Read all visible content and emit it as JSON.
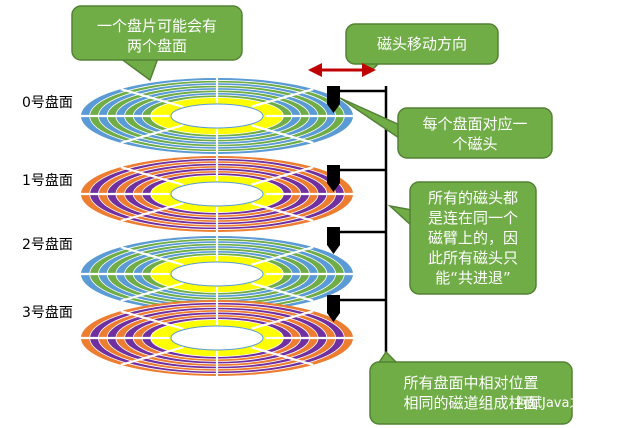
{
  "colors": {
    "blue": "#5b9bd5",
    "orange": "#ed7d31",
    "yellow": "#ffff00",
    "green": "#70ad47",
    "purple": "#7030a0",
    "callout_fill": "#70ad47",
    "callout_stroke": "#548235",
    "arrow": "#c00000",
    "head": "#000000"
  },
  "surface_labels": [
    "0号盘面",
    "1号盘面",
    "2号盘面",
    "3号盘面"
  ],
  "callouts": {
    "two_surfaces": "一个盘片可能会有\n两个盘面",
    "head_direction": "磁头移动方向",
    "one_head_each": "每个盘面对应一\n个磁头",
    "shared_arm": "所有的磁头都\n是连在同一个\n磁臂上的，因\n此所有磁头只\n能“共进退”",
    "cylinder": "所有盘面中相对位置\n相同的磁道组成柱面"
  },
  "watermark": "阿斌Java之路"
}
